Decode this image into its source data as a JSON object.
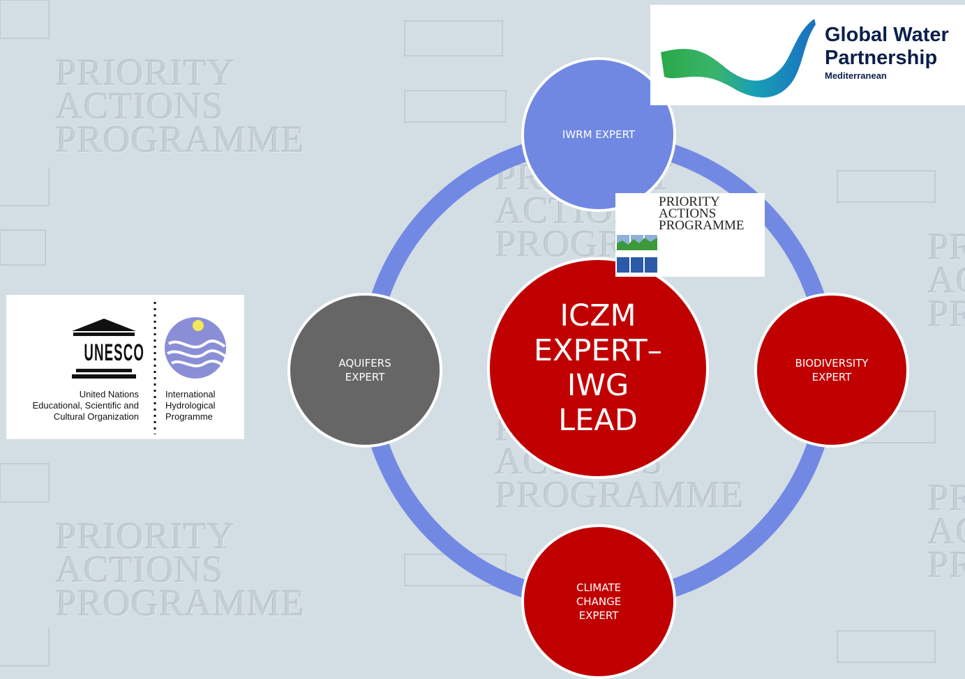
{
  "background_watermark": {
    "line1": "PRIORITY",
    "line2": "ACTIONS",
    "line3": "PROGRAMME"
  },
  "colors": {
    "ring": "#7289e3",
    "blue_node": "#7088e2",
    "red_node": "#c00000",
    "gray_node": "#666666",
    "background": "#d3dde4"
  },
  "nodes": {
    "top": "IWRM EXPERT",
    "center_l1": "ICZM",
    "center_l2": "EXPERT–",
    "center_l3": "IWG",
    "center_l4": "LEAD",
    "right_l1": "BIODIVERSITY",
    "right_l2": "EXPERT",
    "left_l1": "AQUIFERS",
    "left_l2": "EXPERT",
    "bottom_l1": "CLIMATE",
    "bottom_l2": "CHANGE",
    "bottom_l3": "EXPERT"
  },
  "logos": {
    "gwp": {
      "line1": "Global Water",
      "line2": "Partnership",
      "line3": "Mediterranean"
    },
    "pap": {
      "line1": "PRIORITY",
      "line2": "ACTIONS",
      "line3": "PROGRAMME"
    },
    "unesco": {
      "emblem": "UNESCO",
      "org_l1": "United Nations",
      "org_l2": "Educational, Scientific and",
      "org_l3": "Cultural Organization",
      "ihp_l1": "International",
      "ihp_l2": "Hydrological",
      "ihp_l3": "Programme"
    }
  }
}
